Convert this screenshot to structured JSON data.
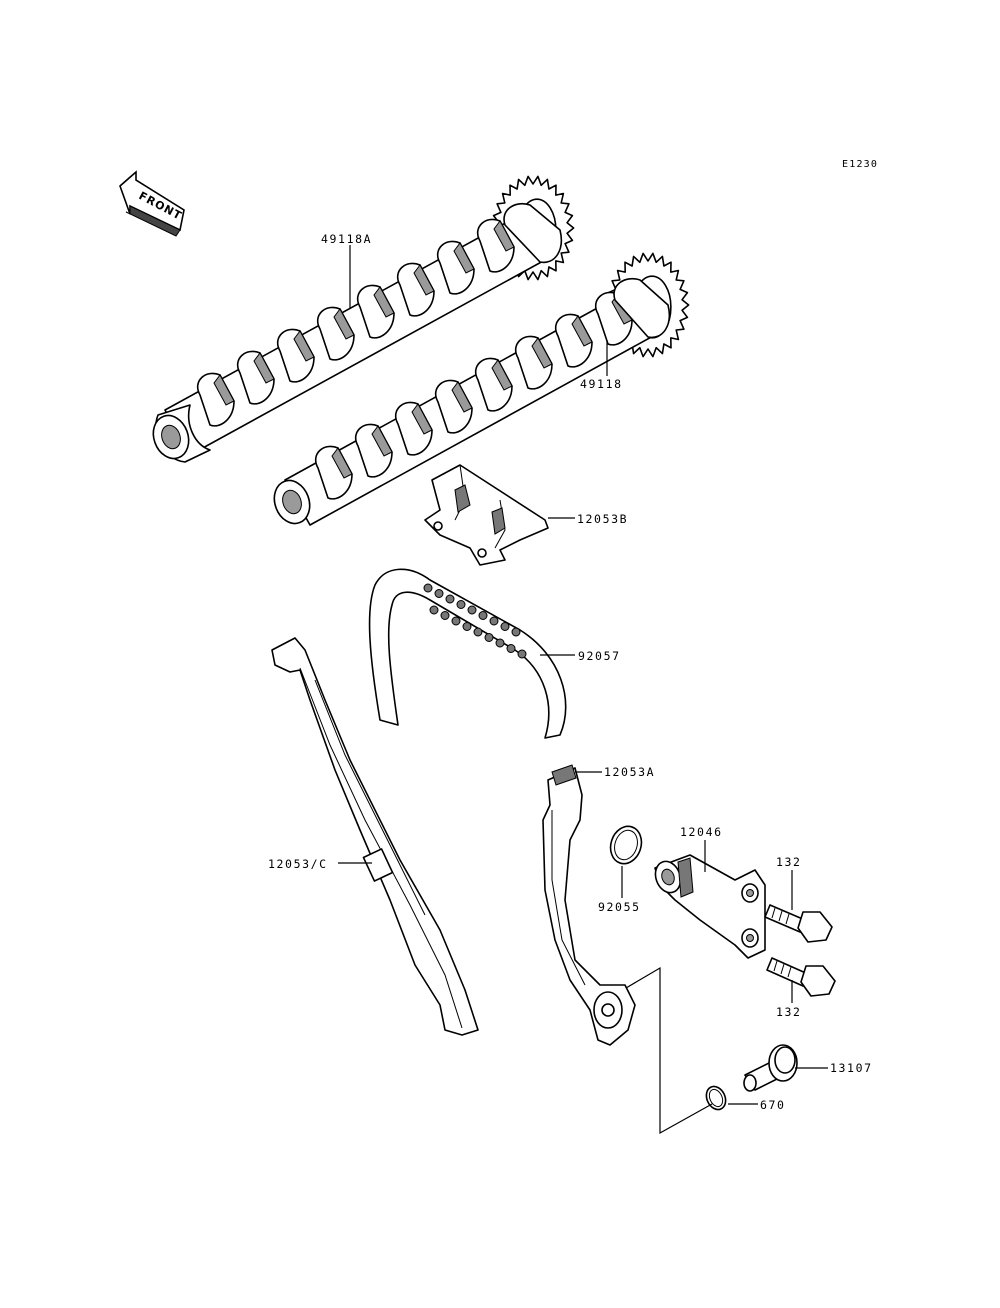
{
  "figure_code": "E1230",
  "front_label": "FRONT",
  "labels": {
    "camshaft_a": "49118A",
    "camshaft": "49118",
    "guide_b": "12053B",
    "chain": "92057",
    "guide_a": "12053A",
    "guide_c": "12053/C",
    "tensioner": "12046",
    "oring": "92055",
    "bolt_upper": "132",
    "bolt_lower": "132",
    "pivot_bolt": "13107",
    "washer": "670"
  }
}
